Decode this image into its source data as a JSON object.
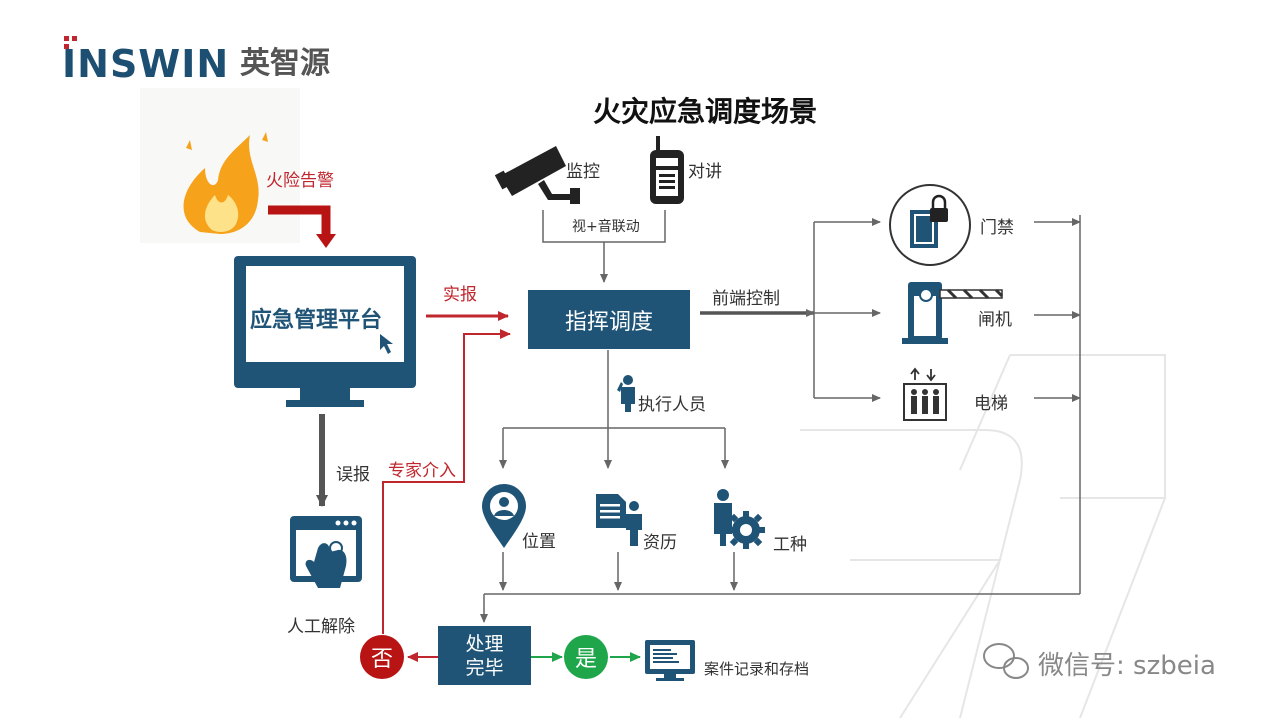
{
  "brand": {
    "name_en": "INSWIN",
    "name_cn": "英智源"
  },
  "title": "火灾应急调度场景",
  "nodes": {
    "fire_alarm": "火险告警",
    "platform": "应急管理平台",
    "report": "实报",
    "false_report": "误报",
    "manual_release": "人工解除",
    "expert": "专家介入",
    "monitor": "监控",
    "intercom": "对讲",
    "av_link": "视+音联动",
    "command": "指挥调度",
    "frontend_control": "前端控制",
    "access": "门禁",
    "gate": "闸机",
    "elevator": "电梯",
    "executor": "执行人员",
    "position": "位置",
    "resume": "资历",
    "work_type": "工种",
    "done_line1": "处理",
    "done_line2": "完毕",
    "no": "否",
    "yes": "是",
    "archive": "案件记录和存档"
  },
  "watermark": "微信号: szbeia",
  "colors": {
    "navy": "#1f5477",
    "red": "#c0262d",
    "green": "#1fa64a",
    "dark_red": "#b81414",
    "gray": "#666666"
  }
}
